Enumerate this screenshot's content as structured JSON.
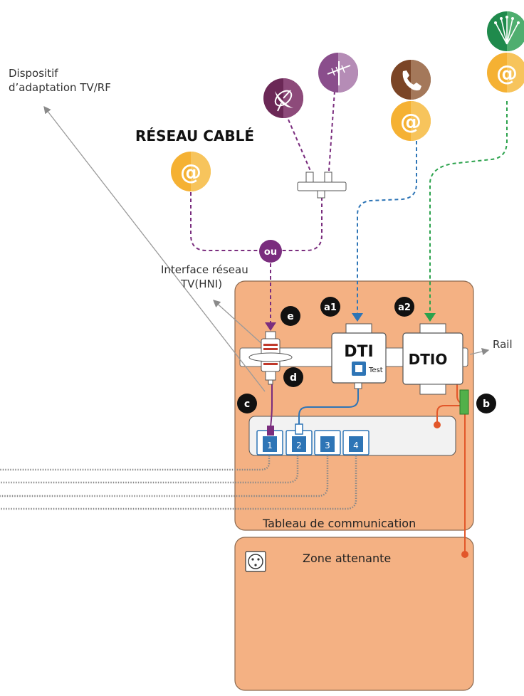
{
  "labels": {
    "adapter": [
      "Dispositif",
      "d’adaptation TV/RF"
    ],
    "cable_network": "RÉSEAU CABLÉ",
    "interface": [
      "Interface réseau",
      "TV(HNI)"
    ],
    "or_badge": "ou",
    "dti": "DTI",
    "dtio": "DTIO",
    "test": "Test",
    "rail": "Rail",
    "panel_title": "Tableau de communication",
    "zone_title": "Zone attenante",
    "at_symbol": "@"
  },
  "markers": {
    "a1": "a1",
    "a2": "a2",
    "b": "b",
    "c": "c",
    "d": "d",
    "e": "e"
  },
  "ports": [
    "1",
    "2",
    "3",
    "4"
  ],
  "icons": {
    "satellite": "satellite-dish-icon",
    "antenna": "tv-antenna-icon",
    "phone": "phone-icon",
    "fiber": "fiber-optic-icon",
    "internet": "at-sign-icon",
    "power_outlet": "power-outlet-icon"
  },
  "colors": {
    "panel_fill": "#f4b183",
    "panel_stroke": "#8c6a50",
    "purple_line": "#7a2d7e",
    "blue_line": "#2e75b6",
    "green_line": "#2ba24c",
    "orange_line": "#e2572a",
    "at_orange": "#f5b133",
    "port_blue": "#2e75b6"
  }
}
